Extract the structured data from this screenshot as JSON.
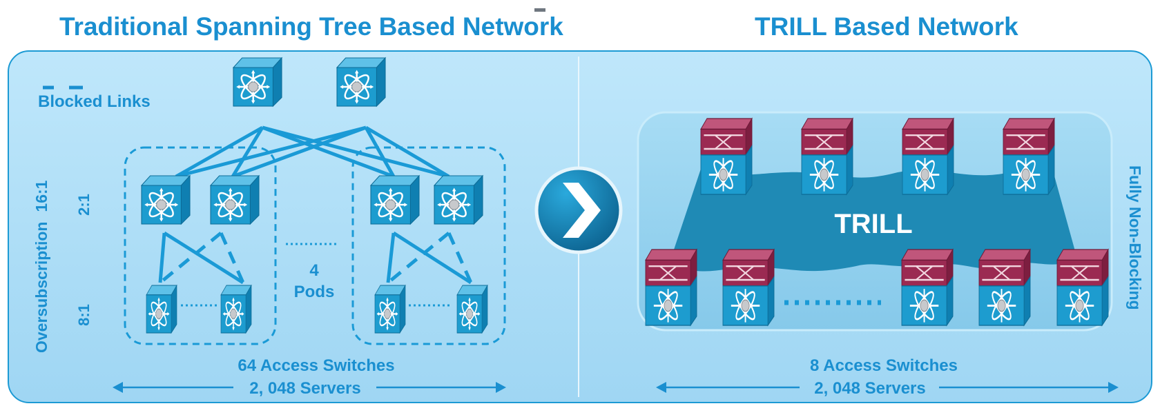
{
  "titles": {
    "left": "Traditional Spanning Tree Based Network",
    "right": "TRILL Based Network"
  },
  "left_panel": {
    "legend_label": "Blocked Links",
    "oversubscription_label": "Oversubscription",
    "oversub_total": "16:1",
    "ratio_agg": "2:1",
    "ratio_access": "8:1",
    "pods_count": "4",
    "pods_label": "Pods",
    "switches_label": "64 Access Switches",
    "servers_label": "2, 048 Servers"
  },
  "right_panel": {
    "fabric_label": "TRILL",
    "side_label": "Fully Non-Blocking",
    "switches_label": "8  Access Switches",
    "servers_label": "2, 048 Servers"
  },
  "colors": {
    "accent": "#1a8fd0",
    "panel_bg": "#a9dcf6",
    "switch_blue": "#1d9ccf",
    "switch_maroon": "#9b2a52",
    "fabric": "#1f8ab5"
  },
  "icons": {
    "core_switch": "multilayer-switch-icon",
    "trill_switch": "trill-switch-icon",
    "transition": "chevron-right-icon"
  }
}
